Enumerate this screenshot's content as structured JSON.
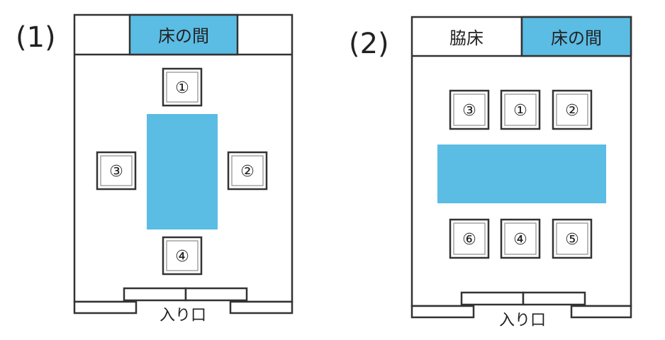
{
  "colors": {
    "accent": "#5bbce4",
    "line": "#333333",
    "text": "#222222"
  },
  "layout1": {
    "number": "(1)",
    "tokonoma": "床の間",
    "seats": {
      "s1": "①",
      "s2": "②",
      "s3": "③",
      "s4": "④"
    },
    "entrance": "入り口"
  },
  "layout2": {
    "number": "(2)",
    "wakidoko": "脇床",
    "tokonoma": "床の間",
    "seats": {
      "s1": "①",
      "s2": "②",
      "s3": "③",
      "s4": "④",
      "s5": "⑤",
      "s6": "⑥"
    },
    "entrance": "入り口"
  }
}
